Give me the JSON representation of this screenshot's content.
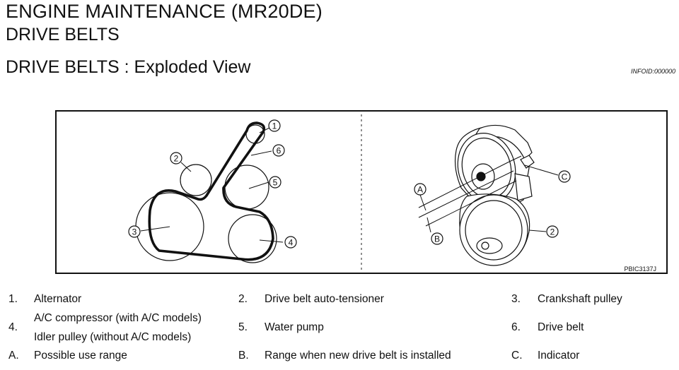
{
  "header": {
    "title": "ENGINE MAINTENANCE (MR20DE)",
    "subtitle": "DRIVE BELTS",
    "section": "DRIVE BELTS : Exploded View",
    "infoid": "INFOID:000000"
  },
  "figure": {
    "code": "PBIC3137J",
    "left_callouts": [
      "1",
      "2",
      "3",
      "4",
      "5",
      "6"
    ],
    "right_callouts": [
      "A",
      "B",
      "C",
      "2"
    ]
  },
  "legend": {
    "items": [
      {
        "num": "1.",
        "text": "Alternator"
      },
      {
        "num": "2.",
        "text": "Drive belt auto-tensioner"
      },
      {
        "num": "3.",
        "text": "Crankshaft pulley"
      },
      {
        "num": "4.",
        "text_line1": "A/C compressor (with A/C models)",
        "text_line2": "Idler pulley (without A/C models)"
      },
      {
        "num": "5.",
        "text": "Water pump"
      },
      {
        "num": "6.",
        "text": "Drive belt"
      },
      {
        "num": "A.",
        "text": "Possible use range"
      },
      {
        "num": "B.",
        "text": "Range when new drive belt is installed"
      },
      {
        "num": "C.",
        "text": "Indicator"
      }
    ]
  }
}
